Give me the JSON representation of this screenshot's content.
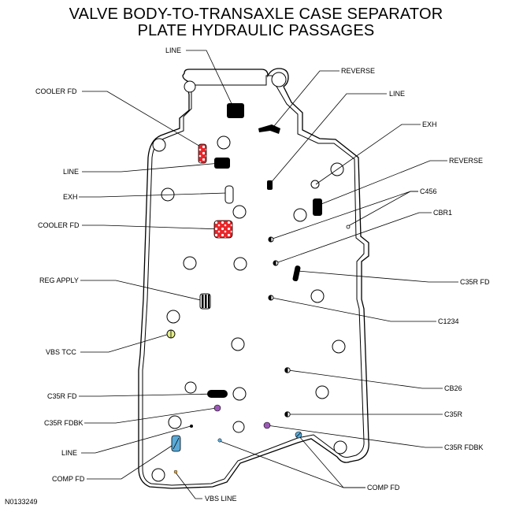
{
  "title": {
    "line1": "VALVE BODY-TO-TRANSAXLE CASE SEPARATOR",
    "line2": "PLATE HYDRAULIC PASSAGES"
  },
  "figure_id": "N0133249",
  "labels": {
    "line_top": "LINE",
    "reverse_top": "REVERSE",
    "line_right": "LINE",
    "exh_right": "EXH",
    "reverse_right": "REVERSE",
    "c456": "C456",
    "cbr1": "CBR1",
    "c35r_fd_right": "C35R FD",
    "c1234": "C1234",
    "cb26": "CB26",
    "c35r": "C35R",
    "c35r_fdbk_right": "C35R FDBK",
    "comp_fd_right": "COMP FD",
    "vbs_line": "VBS LINE",
    "cooler_fd_top": "COOLER FD",
    "line_left": "LINE",
    "exh_left": "EXH",
    "cooler_fd_left": "COOLER FD",
    "reg_apply": "REG APPLY",
    "vbs_tcc": "VBS TCC",
    "c35r_fd_left": "C35R FD",
    "c35r_fdbk_left": "C35R FDBK",
    "line_bottom": "LINE",
    "comp_fd_left": "COMP FD"
  },
  "colors": {
    "cooler": "#e8262a",
    "vbs_tcc": "#e4ee8c",
    "c35r_fdbk": "#9b59b6",
    "comp_fd": "#5aaad8",
    "vbs_line": "#d9a441"
  }
}
